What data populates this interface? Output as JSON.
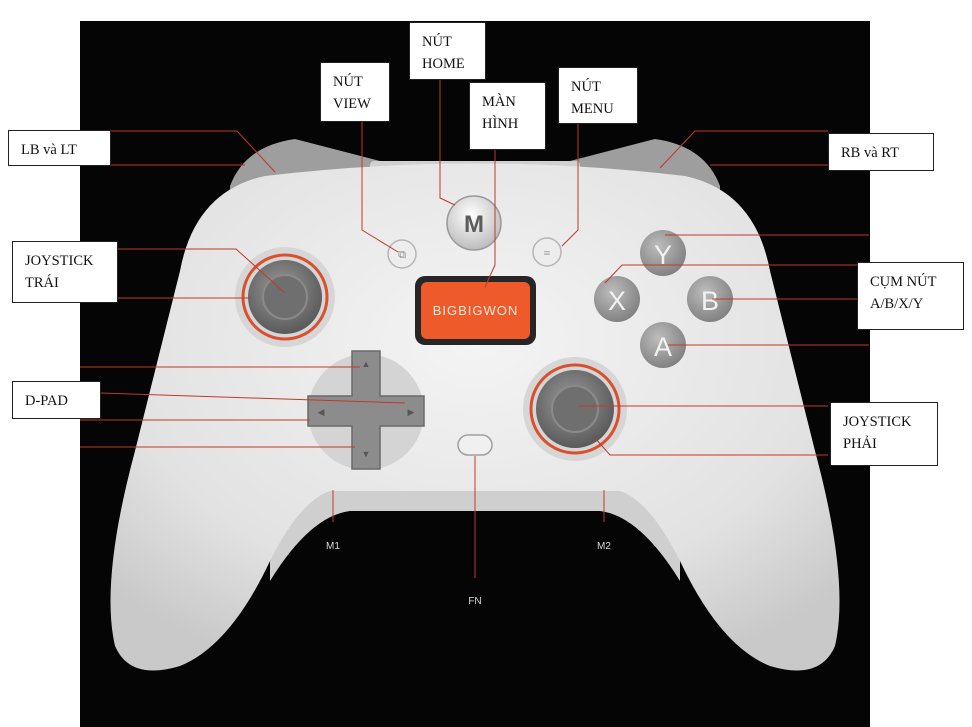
{
  "callouts": {
    "lb_lt": "LB và LT",
    "view": "NÚT\nVIEW",
    "home": "NÚT\nHOME",
    "screen": "MÀN\nHÌNH",
    "menu": "NÚT\nMENU",
    "rb_rt": "RB và RT",
    "left_stick": "JOYSTICK\nTRÁI",
    "abxy": "CỤM NÚT\nA/B/X/Y",
    "dpad": "D-PAD",
    "right_stick": "JOYSTICK\nPHẢI"
  },
  "back_buttons": {
    "m1": "M1",
    "m2": "M2",
    "fn": "FN"
  },
  "face_buttons": {
    "y": "Y",
    "x": "X",
    "b": "B",
    "a": "A"
  },
  "screen_text": "BIGBIGWON",
  "colors": {
    "controller_body": "#e8e8e8",
    "screen": "#ef5a2a",
    "leader_line": "#c0392b",
    "stick_ring": "#d9502e"
  }
}
